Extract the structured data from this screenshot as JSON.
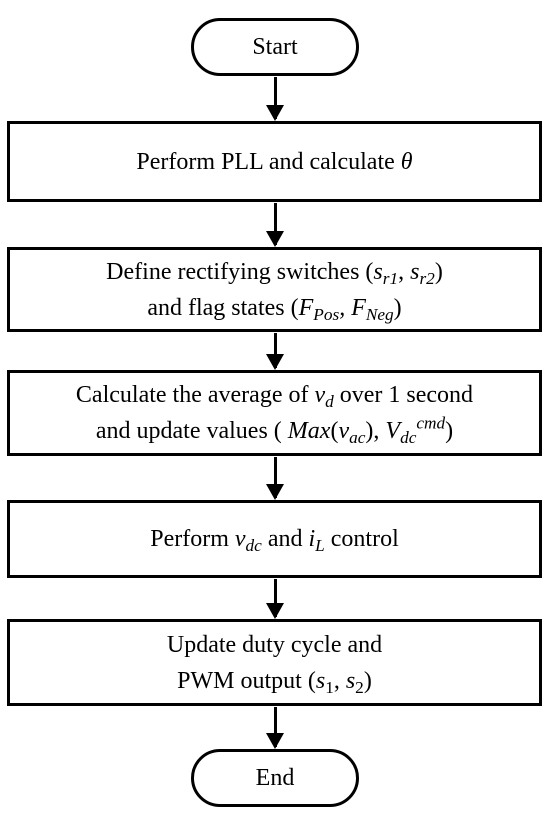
{
  "start": "Start",
  "end": "End",
  "step1": {
    "text": "Perform PLL and calculate ",
    "theta": "θ"
  },
  "step2": {
    "line1_text": "Define rectifying switches (",
    "s": "s",
    "r1": "r1",
    "sep": ", ",
    "r2": "r2",
    "close": ")",
    "line2_text": "and flag states (",
    "F": "F",
    "pos": "Pos",
    "comma": ", ",
    "neg": "Neg"
  },
  "step3": {
    "line1_text": "Calculate the average of ",
    "v": "v",
    "d": "d",
    "line1_tail": " over 1 second",
    "line2_text": "and update values ( ",
    "max": "Max",
    "paren_open": "(",
    "ac": "ac",
    "paren_close": "), ",
    "V": "V",
    "dc": "dc",
    "cmd": "cmd",
    "close": ")"
  },
  "step4": {
    "text": "Perform ",
    "v": "v",
    "dc": "dc",
    "and": " and ",
    "i": "i",
    "L": "L",
    "tail": " control"
  },
  "step5": {
    "line1": "Update duty cycle and",
    "line2_text": "PWM output (",
    "s": "s",
    "one": "1",
    "sep": ", ",
    "two": "2",
    "close": ")"
  }
}
